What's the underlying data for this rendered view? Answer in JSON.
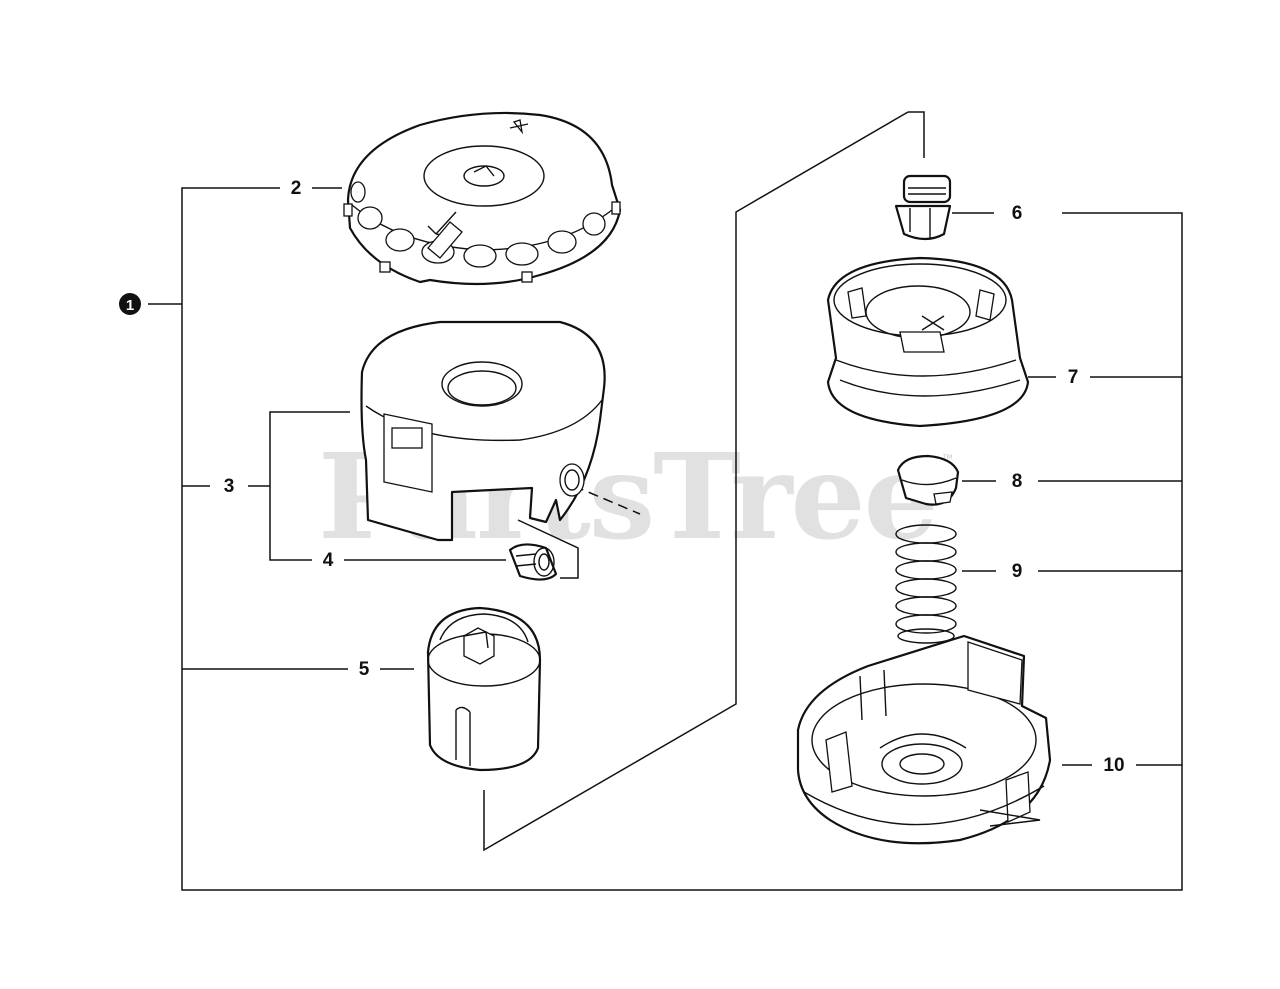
{
  "watermark": {
    "text": "PartsTree",
    "tm": "™"
  },
  "callouts": {
    "assembly": "1",
    "p2": "2",
    "p3": "3",
    "p4": "4",
    "p5": "5",
    "p6": "6",
    "p7": "7",
    "p8": "8",
    "p9": "9",
    "p10": "10"
  }
}
